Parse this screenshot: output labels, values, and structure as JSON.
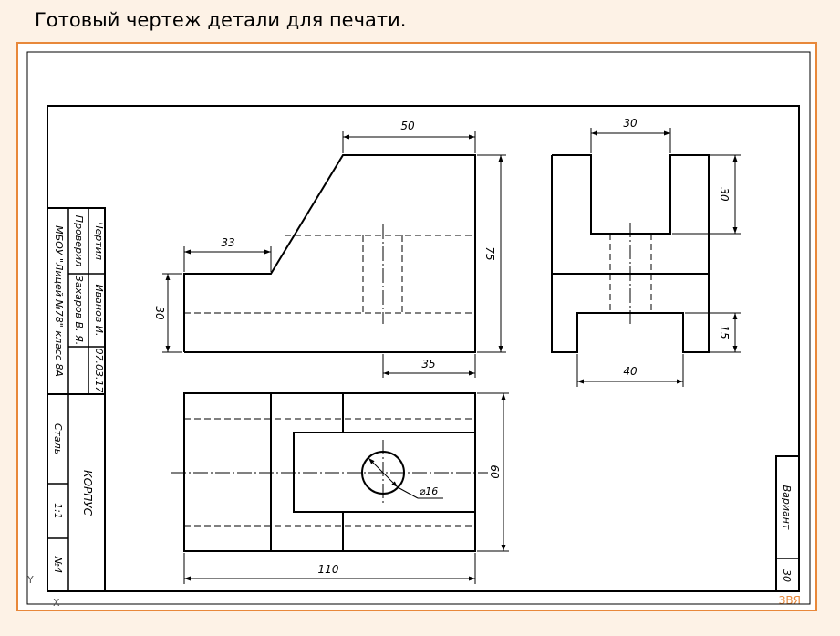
{
  "title": "Готовый чертеж детали для печати.",
  "corner_mark": "ЗВЯ",
  "colors": {
    "frame": "#e8883a",
    "background": "#fdf2e6",
    "ink": "#000000"
  },
  "title_block": {
    "row_labels": [
      "Чертил",
      "Проверил"
    ],
    "names": [
      "Иванов И.",
      "Захаров В. Я."
    ],
    "date": "07.03.17",
    "school": "МБОУ \"Лицей №78\" класс 8А",
    "material": "Сталь",
    "scale": "1:1",
    "sheet": "№4",
    "part_name": "КОРПУС"
  },
  "variant_block": {
    "label": "Вариант",
    "value": "30"
  },
  "dimensions": {
    "front": {
      "top_width": "50",
      "left_width": "33",
      "left_height": "30",
      "total_height": "75",
      "bottom_right": "35"
    },
    "side": {
      "slot_width": "30",
      "slot_depth": "30",
      "base_width": "40",
      "base_height": "15"
    },
    "top": {
      "length": "110",
      "width": "60",
      "hole": "⌀16"
    }
  }
}
